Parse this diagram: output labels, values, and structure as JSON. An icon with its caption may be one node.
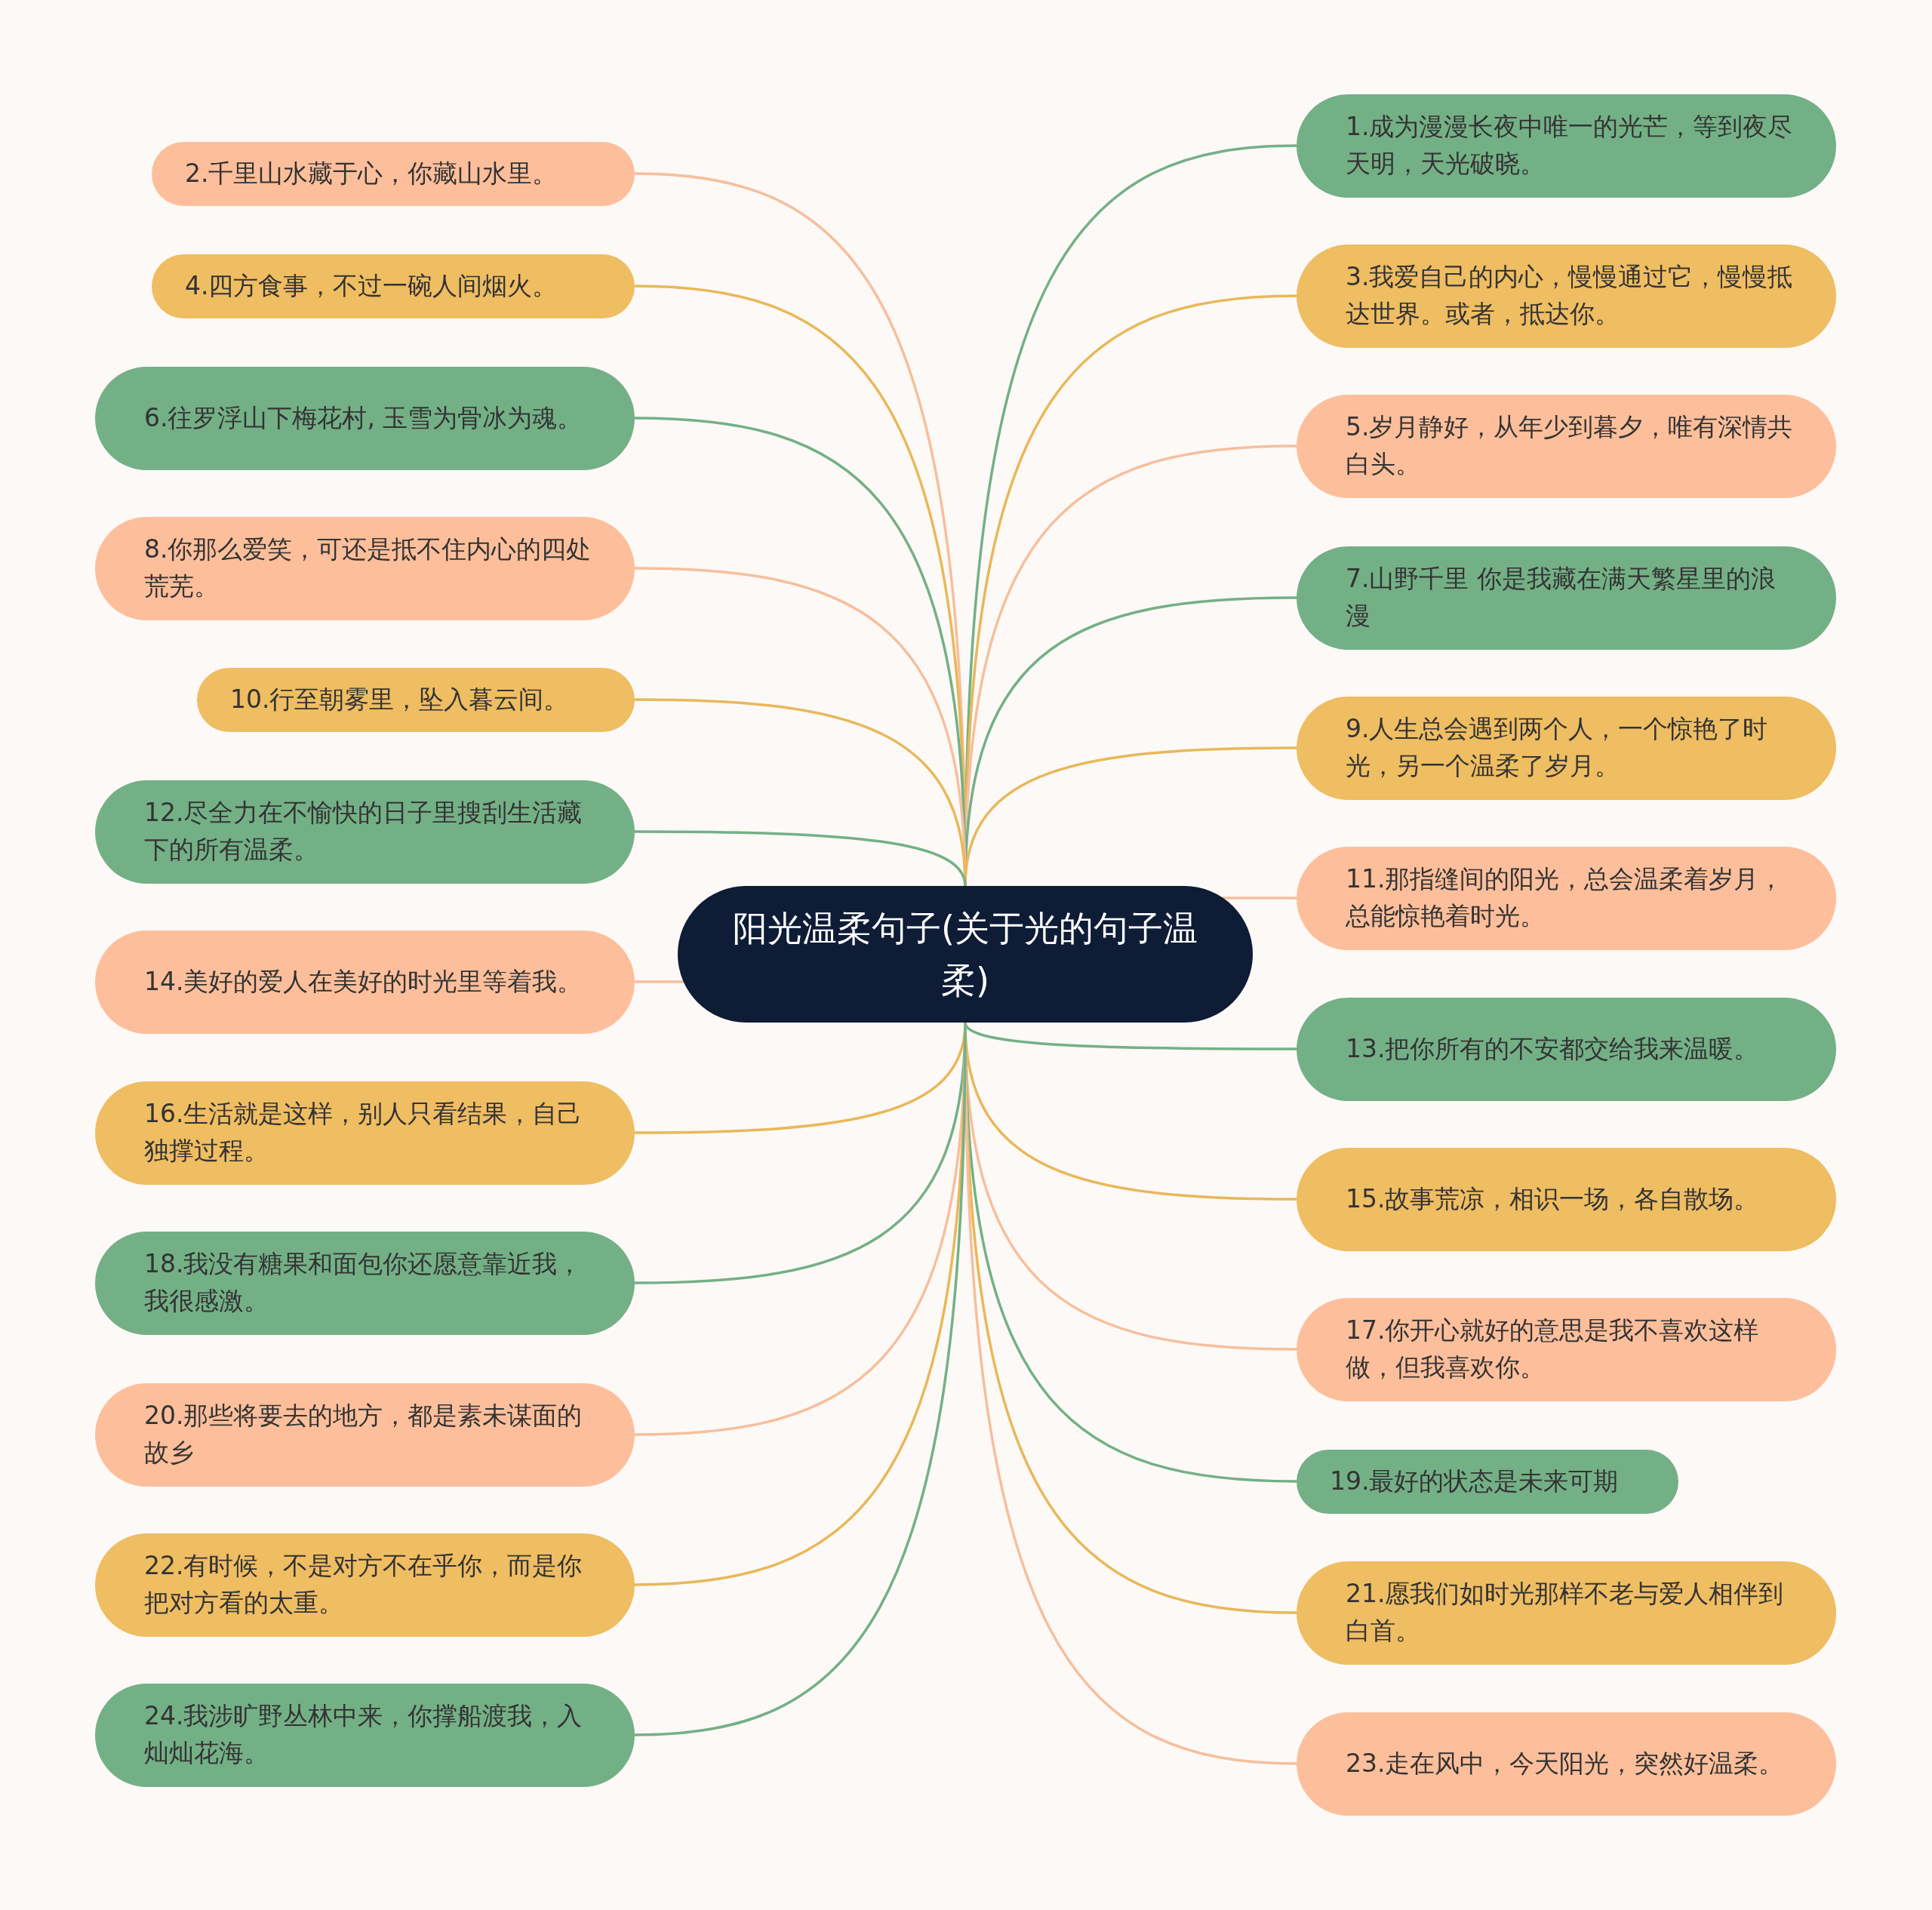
{
  "diagram": {
    "nodes": [
      {
        "text": [
          "阳光温柔句子(关于光的句子温柔)"
        ]
      },
      {
        "text": [
          "1.成为漫漫长夜中唯一的光芒，等到夜尽天明，天光破晓。"
        ]
      },
      {
        "text": [
          "2.千里山水藏于心，你藏山水里。"
        ]
      },
      {
        "text": [
          "3.我爱自己的内心，慢慢通过它，慢慢抵达世界。或者，抵达你。"
        ]
      },
      {
        "text": [
          "4.四方食事，不过一碗人间烟火。"
        ]
      },
      {
        "text": [
          "5.岁月静好，从年少到暮夕，唯有深情共白头。"
        ]
      },
      {
        "text": [
          "6.往罗浮山下梅花村, 玉雪为骨冰为魂。"
        ]
      },
      {
        "text": [
          "7.山野千里 你是我藏在满天繁星里的浪漫"
        ]
      },
      {
        "text": [
          "8.你那么爱笑，可还是抵不住内心的四处荒芜。"
        ]
      },
      {
        "text": [
          "9.人生总会遇到两个人，一个惊艳了时光，另一个温柔了岁月。"
        ]
      },
      {
        "text": [
          "10.行至朝雾里，坠入暮云间。"
        ]
      },
      {
        "text": [
          "11.那指缝间的阳光，总会温柔着岁月，总能惊艳着时光。"
        ]
      },
      {
        "text": [
          "12.尽全力在不愉快的日子里搜刮生活藏下的所有温柔。"
        ]
      },
      {
        "text": [
          "13.把你所有的不安都交给我来温暖。"
        ]
      },
      {
        "text": [
          "14.美好的爱人在美好的时光里等着我。"
        ]
      },
      {
        "text": [
          "15.故事荒凉，相识一场，各自散场。"
        ]
      },
      {
        "text": [
          "16.生活就是这样，别人只看结果，自己独撑过程。"
        ]
      },
      {
        "text": [
          "17.你开心就好的意思是我不喜欢这样做，但我喜欢你。"
        ]
      },
      {
        "text": [
          "18.我没有糖果和面包你还愿意靠近我，我很感激。"
        ]
      },
      {
        "text": [
          "19.最好的状态是未来可期"
        ]
      },
      {
        "text": [
          "20.那些将要去的地方，都是素未谋面的故乡"
        ]
      },
      {
        "text": [
          "21.愿我们如时光那样不老与爱人相伴到白首。"
        ]
      },
      {
        "text": [
          "22.有时候，不是对方不在乎你，而是你把对方看的太重。"
        ]
      },
      {
        "text": [
          "23.走在风中，今天阳光，突然好温柔。"
        ]
      },
      {
        "text": [
          "24.我涉旷野丛林中来，你撑船渡我，入灿灿花海。"
        ]
      }
    ],
    "edges": [
      {
        "from": 0,
        "to": 1,
        "arrow": "none",
        "color": "#74b086"
      },
      {
        "from": 0,
        "to": 2,
        "arrow": "none",
        "color": "#f6bf9c"
      },
      {
        "from": 0,
        "to": 3,
        "arrow": "none",
        "color": "#e8b85a"
      },
      {
        "from": 0,
        "to": 4,
        "arrow": "none",
        "color": "#e8b85a"
      },
      {
        "from": 0,
        "to": 5,
        "arrow": "none",
        "color": "#f6bf9c"
      },
      {
        "from": 0,
        "to": 6,
        "arrow": "none",
        "color": "#74b086"
      },
      {
        "from": 0,
        "to": 7,
        "arrow": "none",
        "color": "#74b086"
      },
      {
        "from": 0,
        "to": 8,
        "arrow": "none",
        "color": "#f6bf9c"
      },
      {
        "from": 0,
        "to": 9,
        "arrow": "none",
        "color": "#e8b85a"
      },
      {
        "from": 0,
        "to": 10,
        "arrow": "none",
        "color": "#e8b85a"
      },
      {
        "from": 0,
        "to": 11,
        "arrow": "none",
        "color": "#f6bf9c"
      },
      {
        "from": 0,
        "to": 12,
        "arrow": "none",
        "color": "#74b086"
      },
      {
        "from": 0,
        "to": 13,
        "arrow": "none",
        "color": "#74b086"
      },
      {
        "from": 0,
        "to": 14,
        "arrow": "none",
        "color": "#f6bf9c"
      },
      {
        "from": 0,
        "to": 15,
        "arrow": "none",
        "color": "#e8b85a"
      },
      {
        "from": 0,
        "to": 16,
        "arrow": "none",
        "color": "#e8b85a"
      },
      {
        "from": 0,
        "to": 17,
        "arrow": "none",
        "color": "#f6bf9c"
      },
      {
        "from": 0,
        "to": 18,
        "arrow": "none",
        "color": "#74b086"
      },
      {
        "from": 0,
        "to": 19,
        "arrow": "none",
        "color": "#74b086"
      },
      {
        "from": 0,
        "to": 20,
        "arrow": "none",
        "color": "#f6bf9c"
      },
      {
        "from": 0,
        "to": 21,
        "arrow": "none",
        "color": "#e8b85a"
      },
      {
        "from": 0,
        "to": 22,
        "arrow": "none",
        "color": "#e8b85a"
      },
      {
        "from": 0,
        "to": 23,
        "arrow": "none",
        "color": "#f6bf9c"
      },
      {
        "from": 0,
        "to": 24,
        "arrow": "none",
        "color": "#74b086"
      }
    ]
  }
}
